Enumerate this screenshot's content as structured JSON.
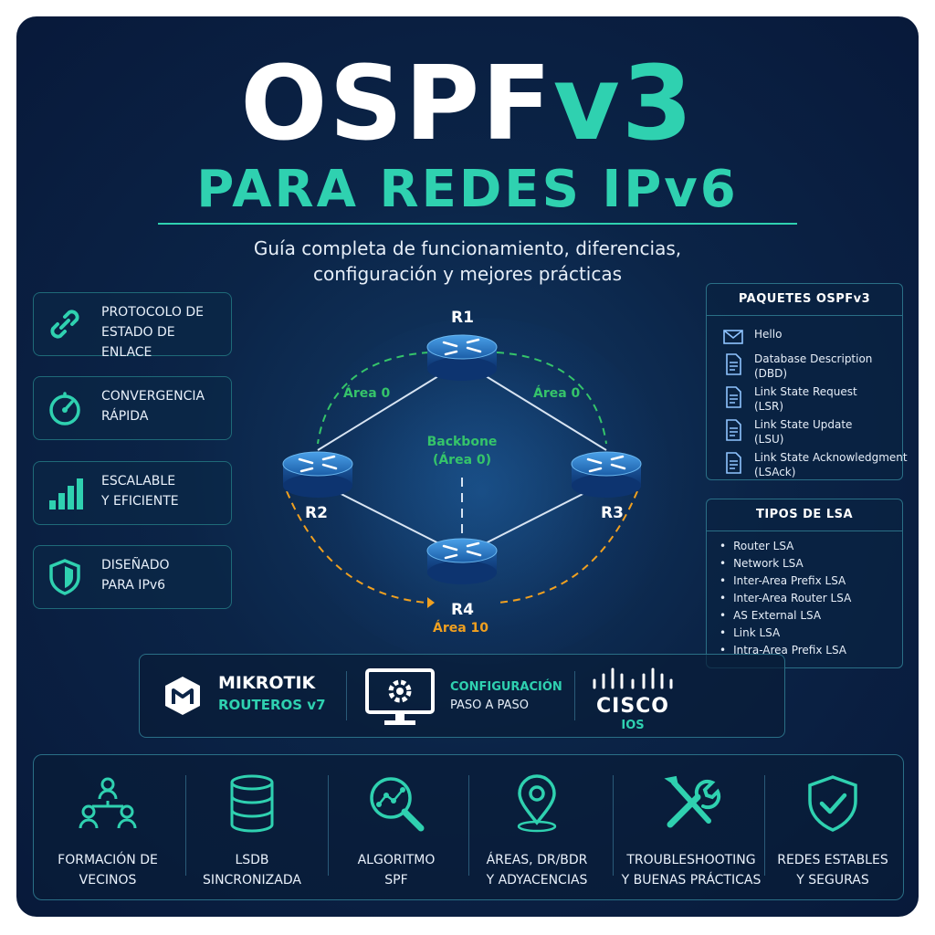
{
  "header": {
    "title_part1": "OSPF",
    "title_part2": "v3",
    "subtitle": "PARA REDES IPv6",
    "tagline_line1": "Guía completa de funcionamiento, diferencias,",
    "tagline_line2": "configuración y mejores prácticas"
  },
  "features": [
    {
      "line1": "PROTOCOLO DE",
      "line2": "ESTADO DE ENLACE",
      "icon": "link-icon"
    },
    {
      "line1": "CONVERGENCIA",
      "line2": "RÁPIDA",
      "icon": "gauge-icon"
    },
    {
      "line1": "ESCALABLE",
      "line2": "Y EFICIENTE",
      "icon": "bar-chart-icon"
    },
    {
      "line1": "DISEÑADO",
      "line2": "PARA IPv6",
      "icon": "shield-icon"
    }
  ],
  "diagram": {
    "routers": [
      "R1",
      "R2",
      "R3",
      "R4"
    ],
    "area_left": "Área 0",
    "area_right": "Área 0",
    "backbone_line1": "Backbone",
    "backbone_line2": "(Área 0)",
    "area_bottom": "Área 10"
  },
  "packets": {
    "title": "PAQUETES OSPFv3",
    "items": [
      {
        "line1": "Hello",
        "line2": "",
        "icon": "envelope-icon"
      },
      {
        "line1": "Database Description",
        "line2": "(DBD)",
        "icon": "document-icon"
      },
      {
        "line1": "Link State Request",
        "line2": "(LSR)",
        "icon": "document-icon"
      },
      {
        "line1": "Link State Update",
        "line2": "(LSU)",
        "icon": "document-icon"
      },
      {
        "line1": "Link State Acknowledgment",
        "line2": "(LSAck)",
        "icon": "document-icon"
      }
    ]
  },
  "lsa_types": {
    "title": "TIPOS DE LSA",
    "items": [
      "Router LSA",
      "Network LSA",
      "Inter-Area Prefix LSA",
      "Inter-Area Router LSA",
      "AS External LSA",
      "Link LSA",
      "Intra-Area Prefix LSA"
    ]
  },
  "config": {
    "mikrotik_name": "MIKROTIK",
    "mikrotik_sub": "ROUTEROS v7",
    "config_line1": "CONFIGURACIÓN",
    "config_line2": "PASO A PASO",
    "cisco_name": "CISCO",
    "cisco_sub": "IOS"
  },
  "bottom": [
    {
      "line1": "FORMACIÓN DE",
      "line2": "VECINOS",
      "icon": "people-network-icon"
    },
    {
      "line1": "LSDB",
      "line2": "SINCRONIZADA",
      "icon": "database-icon"
    },
    {
      "line1": "ALGORITMO",
      "line2": "SPF",
      "icon": "magnifier-graph-icon"
    },
    {
      "line1": "ÁREAS, DR/BDR",
      "line2": "Y ADYACENCIAS",
      "icon": "location-pin-icon"
    },
    {
      "line1": "TROUBLESHOOTING",
      "line2": "Y BUENAS PRÁCTICAS",
      "icon": "tools-icon"
    },
    {
      "line1": "REDES ESTABLES",
      "line2": "Y SEGURAS",
      "icon": "shield-check-icon"
    }
  ],
  "colors": {
    "accent": "#2fd1b0",
    "area_green": "#35c46a",
    "area_orange": "#f0a020",
    "background": "#0b2447"
  }
}
